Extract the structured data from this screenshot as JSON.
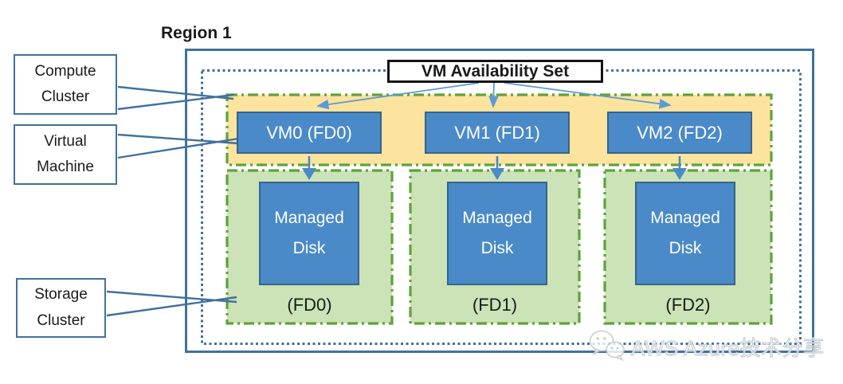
{
  "colors": {
    "frame_blue": "#41719C",
    "vm_fill": "#4A8AC8",
    "vm_border": "#36638E",
    "compute_cluster_fill": "#FCE39E",
    "storage_cluster_fill": "#CBE3B6",
    "cluster_dash_green": "#5FA23C",
    "title_border": "#141414",
    "arrow_blue": "#5B9BD5",
    "watermark_gray": "#c3c9cf"
  },
  "region": {
    "label": "Region 1"
  },
  "availability_set": {
    "title": "VM Availability Set"
  },
  "callouts": {
    "compute": "Compute Cluster",
    "virtual_machine": "Virtual Machine",
    "storage": "Storage Cluster"
  },
  "vms": [
    {
      "label": "VM0 (FD0)"
    },
    {
      "label": "VM1 (FD1)"
    },
    {
      "label": "VM2 (FD2)"
    }
  ],
  "storage_clusters": [
    {
      "disk": "Managed Disk",
      "fd": "(FD0)"
    },
    {
      "disk": "Managed Disk",
      "fd": "(FD1)"
    },
    {
      "disk": "Managed Disk",
      "fd": "(FD2)"
    }
  ],
  "watermark": {
    "icon": "wechat-icon",
    "text": "AWS Azure技术分享"
  }
}
